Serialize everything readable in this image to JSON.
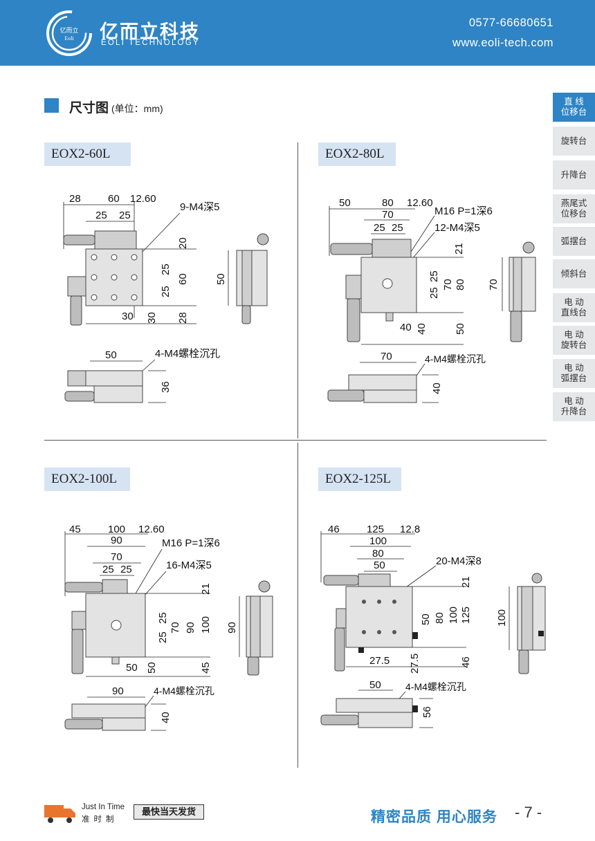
{
  "header": {
    "logo_text_cn": "亿而立",
    "logo_text_en": "Eoli",
    "company_cn": "亿而立科技",
    "company_en": "EOLI TECHNOLOGY",
    "phone": "0577-66680651",
    "website": "www.eoli-tech.com"
  },
  "section": {
    "title": "尺寸图",
    "unit": "(单位：mm)"
  },
  "nav": {
    "items": [
      {
        "label": "直 线\n位移台",
        "active": true
      },
      {
        "label": "旋转台",
        "active": false
      },
      {
        "label": "升降台",
        "active": false
      },
      {
        "label": "燕尾式\n位移台",
        "active": false
      },
      {
        "label": "弧摆台",
        "active": false
      },
      {
        "label": "倾斜台",
        "active": false
      },
      {
        "label": "电 动\n直线台",
        "active": false
      },
      {
        "label": "电 动\n旋转台",
        "active": false
      },
      {
        "label": "电 动\n弧摆台",
        "active": false
      },
      {
        "label": "电 动\n升降台",
        "active": false
      }
    ]
  },
  "models": [
    {
      "name": "EOX2-60L",
      "top_dims": [
        "28",
        "60",
        "12.60"
      ],
      "inner_dims": [
        "25",
        "25"
      ],
      "hole_note": "9-M4深5",
      "right_dims": [
        "20",
        "25",
        "60",
        "25",
        "30",
        "28"
      ],
      "bottom_dim": "30",
      "side_dim": "50",
      "front_width": "50",
      "front_note": "4-M4螺栓沉孔",
      "front_height": "36"
    },
    {
      "name": "EOX2-80L",
      "top_dims": [
        "50",
        "80",
        "12.60"
      ],
      "inner_dims": [
        "70",
        "25",
        "25"
      ],
      "thread_note": "M16 P=1深6",
      "hole_note": "12-M4深5",
      "right_dims": [
        "21",
        "25",
        "70",
        "80",
        "25",
        "40",
        "50"
      ],
      "bottom_dim": "40",
      "side_dim": "70",
      "front_width": "70",
      "front_note": "4-M4螺栓沉孔",
      "front_height": "40"
    },
    {
      "name": "EOX2-100L",
      "top_dims": [
        "45",
        "100",
        "12.60"
      ],
      "inner_dims": [
        "90",
        "70",
        "25",
        "25"
      ],
      "thread_note": "M16 P=1深6",
      "hole_note": "16-M4深5",
      "right_dims": [
        "21",
        "25",
        "70",
        "90",
        "100",
        "25",
        "50",
        "45"
      ],
      "bottom_dim": "50",
      "side_dim": "90",
      "front_width": "90",
      "front_note": "4-M4螺栓沉孔",
      "front_height": "40"
    },
    {
      "name": "EOX2-125L",
      "top_dims": [
        "46",
        "125",
        "12.8"
      ],
      "inner_dims": [
        "100",
        "80",
        "50"
      ],
      "hole_note": "20-M4深8",
      "right_dims": [
        "21",
        "50",
        "80",
        "100",
        "125",
        "27.5",
        "46"
      ],
      "bottom_dim": "27.5",
      "side_dim": "100",
      "front_width": "50",
      "front_note": "4-M4螺栓沉孔",
      "front_height": "56"
    }
  ],
  "footer": {
    "jit_en": "Just In Time",
    "jit_cn": "准时制",
    "fast": "最快当天发货",
    "slogan": "精密品质 用心服务",
    "page": "- 7 -"
  },
  "colors": {
    "brand_blue": "#2e84c4",
    "label_bg": "#d6e3f3",
    "nav_bg": "#e6e7e9"
  }
}
